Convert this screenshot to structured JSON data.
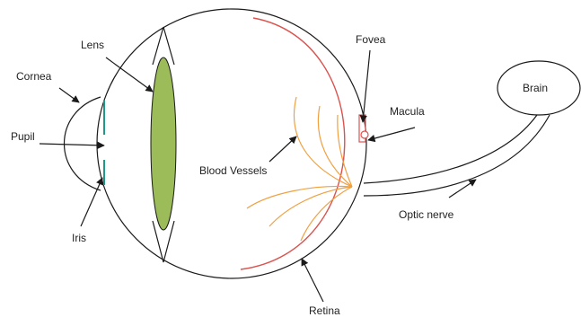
{
  "diagram": {
    "labels": {
      "cornea": "Cornea",
      "lens": "Lens",
      "pupil": "Pupil",
      "iris": "Iris",
      "blood_vessels": "Blood Vessels",
      "fovea": "Fovea",
      "macula": "Macula",
      "brain": "Brain",
      "optic_nerve": "Optic nerve",
      "retina": "Retina"
    },
    "colors": {
      "lens_fill": "#9cbb59",
      "retina_line": "#d9534f",
      "blood_vessels": "#f0a040",
      "iris_line": "#1a9a8a",
      "outline": "#1a1a1a"
    }
  }
}
